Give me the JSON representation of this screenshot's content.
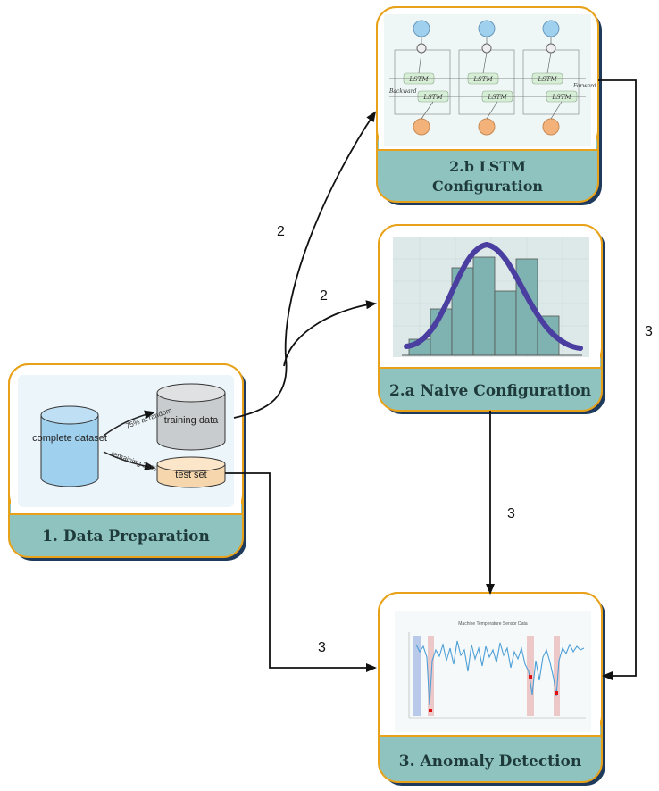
{
  "cards": {
    "data_prep": {
      "title": "1. Data Preparation",
      "complete_dataset": "complete dataset",
      "training_data": "training data",
      "test_set": "test set",
      "split_train": "75% at random",
      "split_test": "remaining 25%"
    },
    "naive": {
      "title": "2.a Naive Configuration"
    },
    "lstm": {
      "title_line1": "2.b  LSTM",
      "title_line2": "Configuration",
      "cell_label": "LSTM",
      "backward": "Backward",
      "forward": "Forward"
    },
    "anomaly": {
      "title": "3. Anomaly Detection",
      "plot_title": "Machine Temperature Sensor Data"
    }
  },
  "edges": {
    "to_lstm": "2",
    "to_naive": "2",
    "naive_to_anomaly": "3",
    "lstm_to_anomaly": "3",
    "test_to_anomaly": "3"
  },
  "colors": {
    "card_border": "#e8a21a",
    "card_band": "#8fc3bf",
    "card_shadow": "#1e3a5c",
    "hist_bar": "#7fb3b1",
    "bell_curve": "#4a3fa0",
    "cylinder_blue": "#9fd0ee",
    "cylinder_gray": "#c9ccce",
    "cylinder_tan": "#f6d6ad",
    "series_line": "#4d9fd6"
  }
}
